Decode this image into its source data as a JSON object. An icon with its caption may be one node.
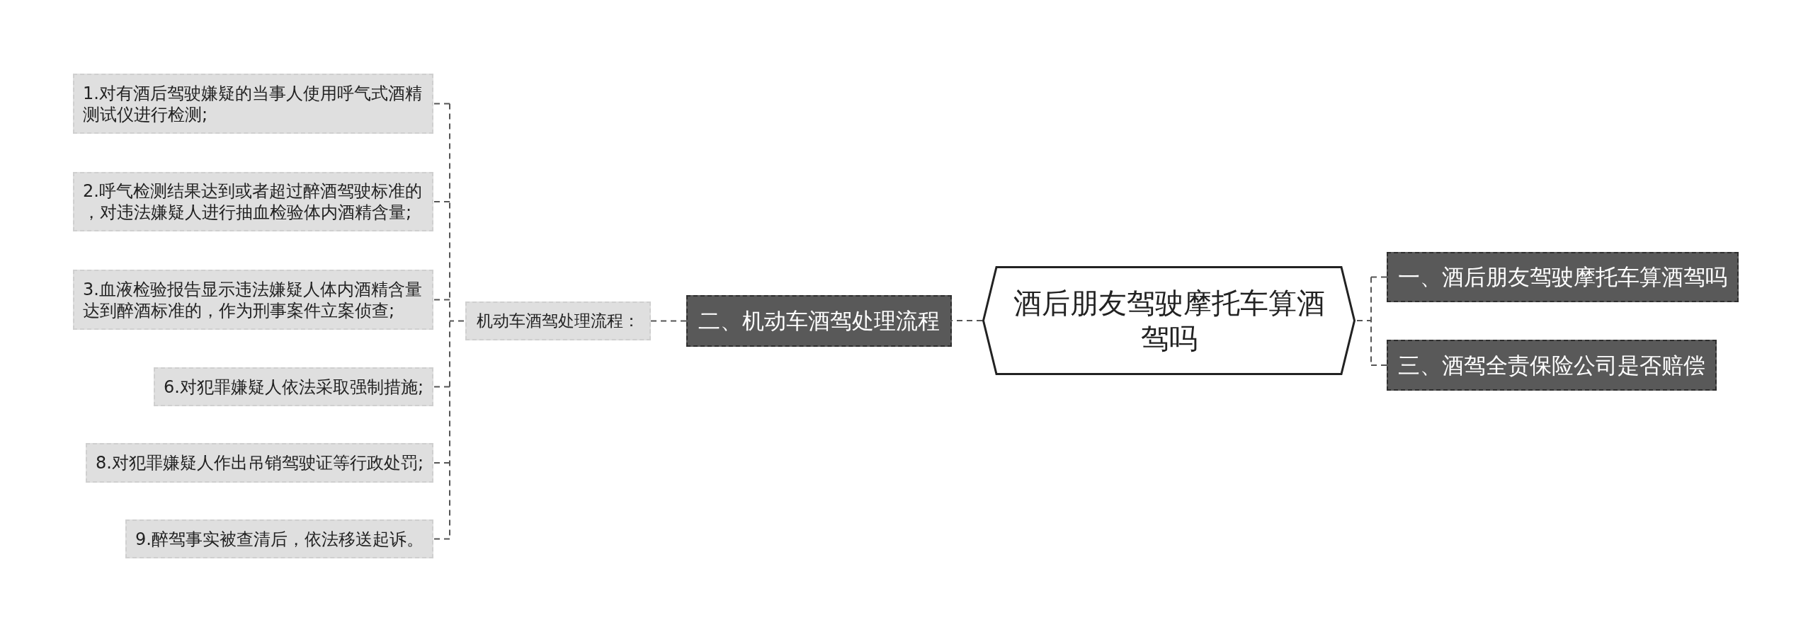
{
  "diagram": {
    "nodes": [
      {
        "text": [
          "酒后朋友驾驶摩托车算酒驾吗"
        ]
      },
      {
        "text": [
          "二、机动车酒驾处理流程"
        ]
      },
      {
        "text": [
          "机动车酒驾处理流程："
        ]
      },
      {
        "text": [
          "1.对有酒后驾驶嫌疑的当事人使用呼气式酒精测试仪进行检测;"
        ]
      },
      {
        "text": [
          "2.呼气检测结果达到或者超过醉酒驾驶标准的，对违法嫌疑人进行抽血检验体内酒精含量;"
        ]
      },
      {
        "text": [
          "3.血液检验报告显示违法嫌疑人体内酒精含量达到醉酒标准的，作为刑事案件立案侦查;"
        ]
      },
      {
        "text": [
          "6.对犯罪嫌疑人依法采取强制措施;"
        ]
      },
      {
        "text": [
          "8.对犯罪嫌疑人作出吊销驾驶证等行政处罚;"
        ]
      },
      {
        "text": [
          "9.醉驾事实被查清后，依法移送起诉。"
        ]
      },
      {
        "text": [
          "一、酒后朋友驾驶摩托车算酒驾吗"
        ]
      },
      {
        "text": [
          "三、酒驾全责保险公司是否赔偿"
        ]
      }
    ],
    "edges": [
      {
        "from": 0,
        "to": 1,
        "arrow": "none",
        "style": "dashed"
      },
      {
        "from": 1,
        "to": 2,
        "arrow": "none",
        "style": "dashed"
      },
      {
        "from": 2,
        "to": 3,
        "arrow": "none",
        "style": "dashed"
      },
      {
        "from": 2,
        "to": 4,
        "arrow": "none",
        "style": "dashed"
      },
      {
        "from": 2,
        "to": 5,
        "arrow": "none",
        "style": "dashed"
      },
      {
        "from": 2,
        "to": 6,
        "arrow": "none",
        "style": "dashed"
      },
      {
        "from": 2,
        "to": 7,
        "arrow": "none",
        "style": "dashed"
      },
      {
        "from": 2,
        "to": 8,
        "arrow": "none",
        "style": "dashed"
      },
      {
        "from": 0,
        "to": 9,
        "arrow": "none",
        "style": "dashed"
      },
      {
        "from": 0,
        "to": 10,
        "arrow": "none",
        "style": "dashed"
      }
    ]
  }
}
